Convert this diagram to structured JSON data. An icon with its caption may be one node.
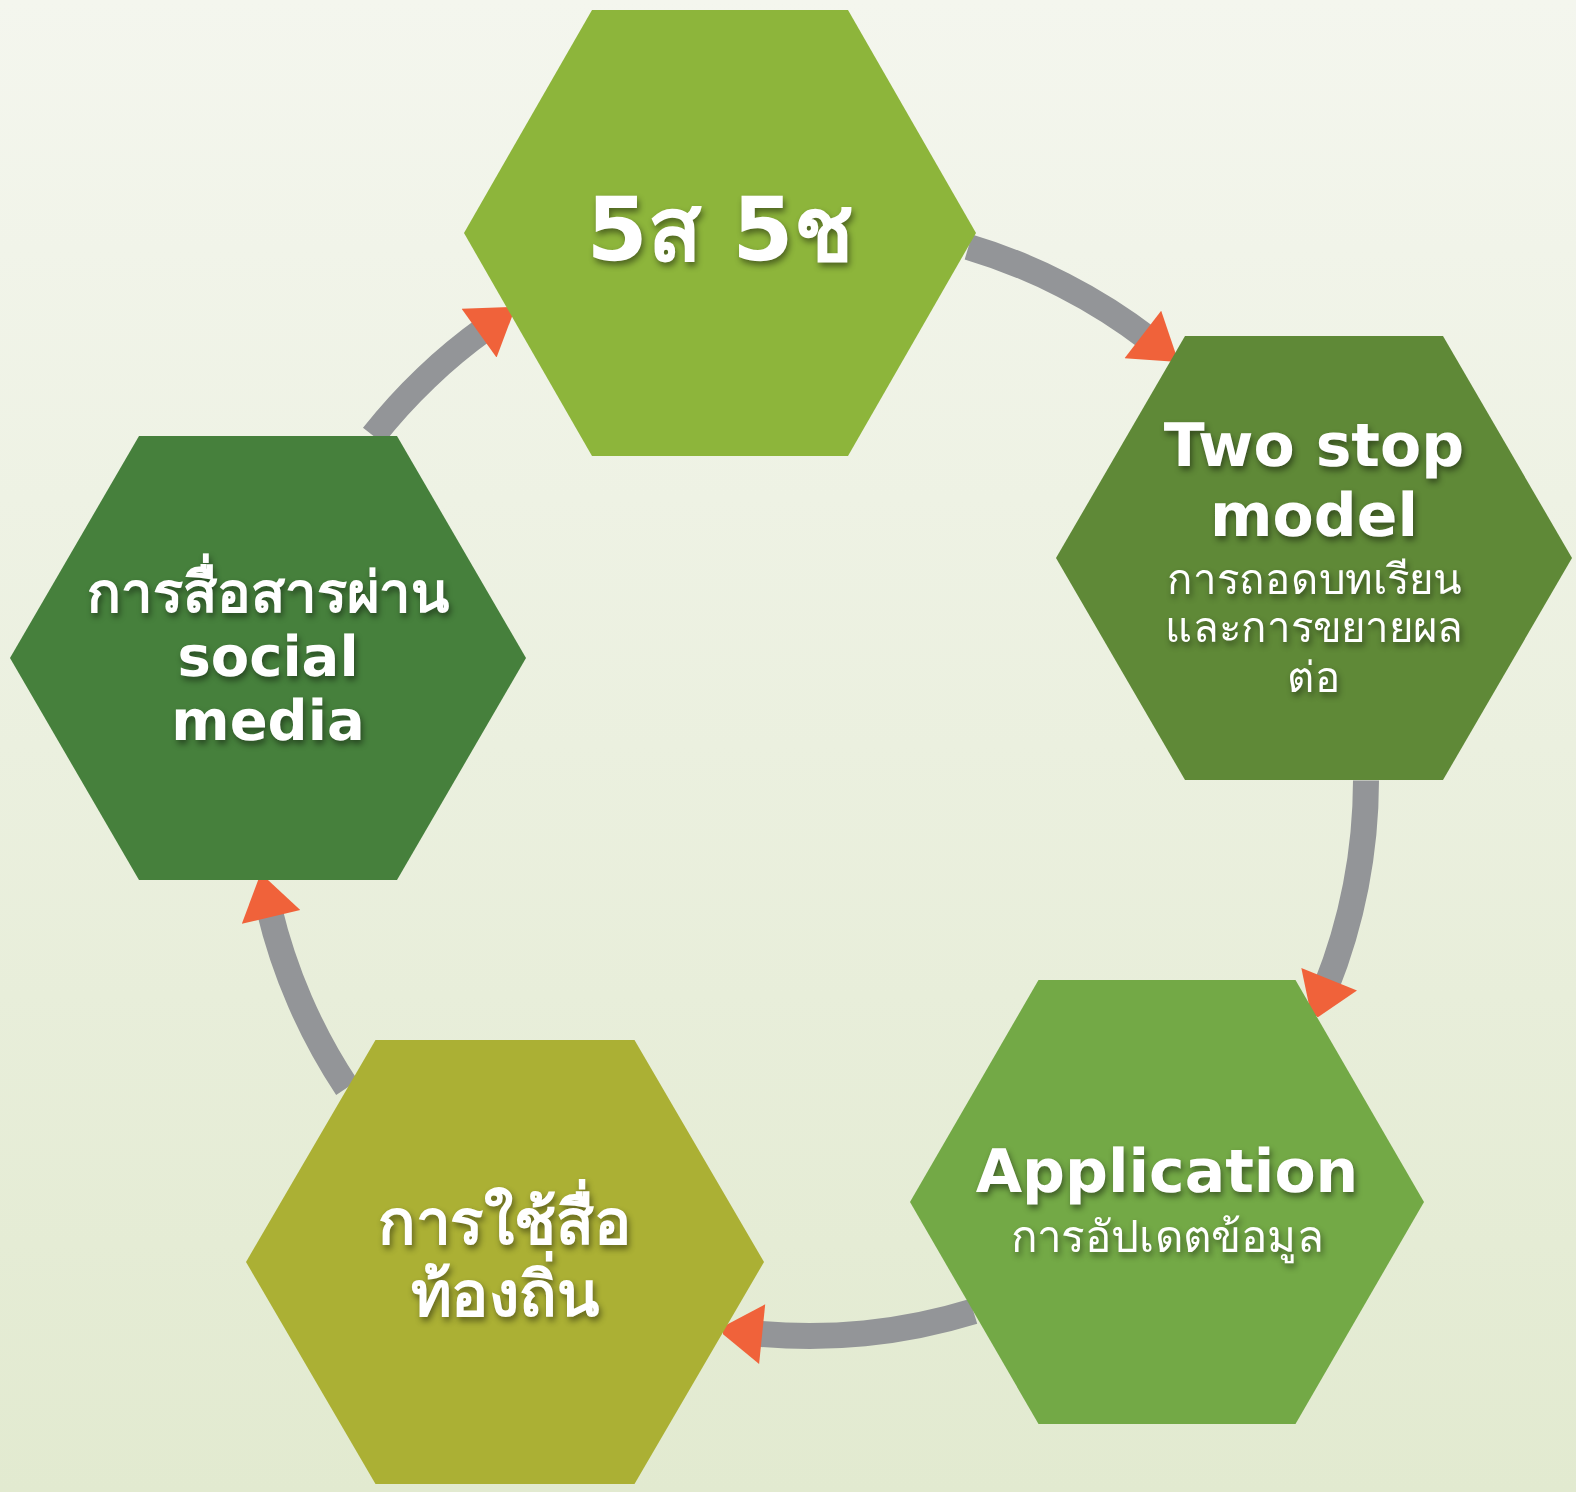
{
  "diagram": {
    "nodes": [
      {
        "text": [
          "5ส 5ช"
        ]
      },
      {
        "text": [
          "Two stop model",
          "การถอดบทเรียนและการขยายผลต่อ"
        ]
      },
      {
        "text": [
          "Application",
          "การอัปเดตข้อมูล"
        ]
      },
      {
        "text": [
          "การใช้สื่อท้องถิ่น"
        ]
      },
      {
        "text": [
          "การสื่อสารผ่าน social media"
        ]
      }
    ],
    "edges": [
      {
        "from": 0,
        "to": 1,
        "arrow": "to"
      },
      {
        "from": 1,
        "to": 2,
        "arrow": "to"
      },
      {
        "from": 2,
        "to": 3,
        "arrow": "to"
      },
      {
        "from": 3,
        "to": 4,
        "arrow": "to"
      },
      {
        "from": 4,
        "to": 0,
        "arrow": "to"
      }
    ]
  }
}
